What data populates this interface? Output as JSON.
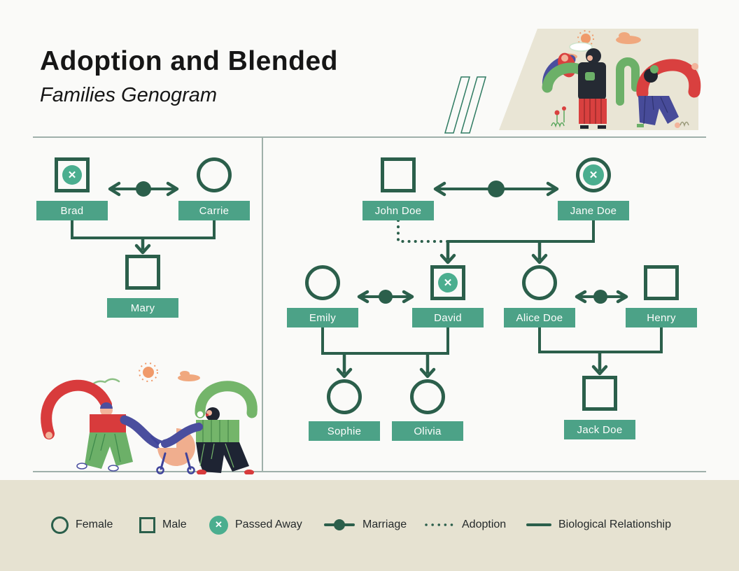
{
  "title": {
    "line1": "Adoption and Blended",
    "line2": "Families Genogram"
  },
  "icons": {
    "passed_away_glyph": "✕"
  },
  "genogram": {
    "left_family": {
      "parents": [
        {
          "name": "Brad",
          "symbol": "square",
          "passed_away": true
        },
        {
          "name": "Carrie",
          "symbol": "circle",
          "passed_away": false
        }
      ],
      "relationship": "marriage",
      "children": [
        {
          "name": "Mary",
          "symbol": "square"
        }
      ]
    },
    "right_family": {
      "parents": [
        {
          "name": "John Doe",
          "symbol": "square",
          "passed_away": false
        },
        {
          "name": "Jane Doe",
          "symbol": "circle",
          "passed_away": true
        }
      ],
      "relationship": "marriage",
      "children": [
        {
          "name": "David",
          "symbol": "square",
          "passed_away": true,
          "adoption_link": "John Doe",
          "biological_link": "Jane Doe",
          "spouse": "Emily"
        },
        {
          "name": "Alice Doe",
          "symbol": "circle",
          "passed_away": false,
          "biological_link": "Jane Doe",
          "spouse": "Henry"
        }
      ],
      "in_laws": [
        {
          "name": "Emily",
          "symbol": "circle"
        },
        {
          "name": "Henry",
          "symbol": "square"
        }
      ],
      "grandchildren": [
        {
          "name": "Sophie",
          "symbol": "circle",
          "parents": [
            "Emily",
            "David"
          ]
        },
        {
          "name": "Olivia",
          "symbol": "circle",
          "parents": [
            "Emily",
            "David"
          ]
        },
        {
          "name": "Jack Doe",
          "symbol": "square",
          "parents": [
            "Alice Doe",
            "Henry"
          ]
        }
      ]
    }
  },
  "legend": {
    "items": [
      {
        "label": "Female",
        "icon": "circle-outline"
      },
      {
        "label": "Male",
        "icon": "square-outline"
      },
      {
        "label": "Passed Away",
        "icon": "x-circle"
      },
      {
        "label": "Marriage",
        "icon": "line-with-dot"
      },
      {
        "label": "Adoption",
        "icon": "dotted-line"
      },
      {
        "label": "Biological Relationship",
        "icon": "solid-line"
      }
    ]
  },
  "colors": {
    "outline_teal": "#2B5F4B",
    "label_green": "#4CA287",
    "badge_green": "#4BAE8F",
    "divider_gray": "#9FB0AA",
    "band_beige": "#E6E2D1",
    "panel_beige": "#E9E5D5",
    "accent_red": "#D9403F",
    "accent_blue": "#4A4E9E",
    "accent_green": "#6CB068",
    "accent_peach": "#F0A87E"
  }
}
